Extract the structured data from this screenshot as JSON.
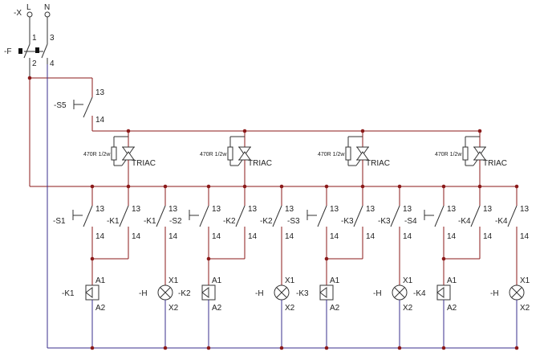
{
  "colors": {
    "live": "#8B1A1A",
    "neutral": "#3A2F8C",
    "symbol": "#333333",
    "junction": "#8B1A1A",
    "text": "#222222"
  },
  "supply": {
    "live_label": "-X",
    "live_terminal": "L",
    "neutral_terminal": "N"
  },
  "breaker": {
    "label": "-F",
    "pins": [
      "1",
      "3",
      "2",
      "4"
    ]
  },
  "start_button": {
    "label": "-S5",
    "pin_top": "13",
    "pin_bottom": "14"
  },
  "triac_stages": [
    {
      "resistor": "470R 1/2w",
      "device": "TRIAC"
    },
    {
      "resistor": "470R 1/2w",
      "device": "TRIAC"
    },
    {
      "resistor": "470R 1/2w",
      "device": "TRIAC"
    },
    {
      "resistor": "470R 1/2w",
      "device": "TRIAC"
    }
  ],
  "channels": [
    {
      "switch": "-S1",
      "contact_a": "-K1",
      "contact_b": "-K1",
      "coil": "-K1",
      "lamp": "-H"
    },
    {
      "switch": "-S2",
      "contact_a": "-K2",
      "contact_b": "-K2",
      "coil": "-K2",
      "lamp": "-H"
    },
    {
      "switch": "-S3",
      "contact_a": "-K3",
      "contact_b": "-K3",
      "coil": "-K3",
      "lamp": "-H"
    },
    {
      "switch": "-S4",
      "contact_a": "-K4",
      "contact_b": "-K4",
      "coil": "-K4",
      "lamp": "-H"
    }
  ],
  "pin_labels": {
    "contact_top": "13",
    "contact_bottom": "14",
    "coil_top": "A1",
    "coil_bottom": "A2",
    "lamp_top": "X1",
    "lamp_bottom": "X2"
  }
}
